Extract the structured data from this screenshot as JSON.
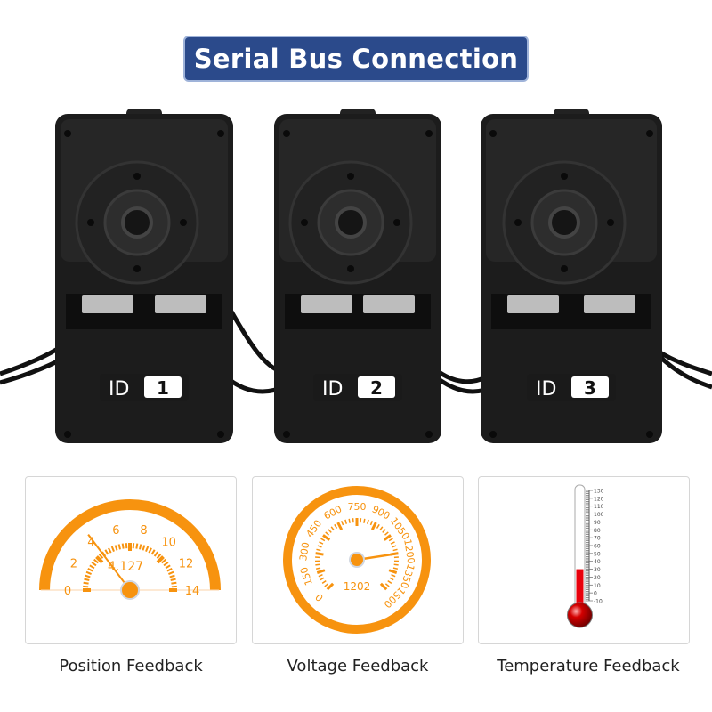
{
  "banner": {
    "title": "Serial Bus Connection",
    "color": "#2b4a8b"
  },
  "servos": [
    {
      "id_prefix": "ID",
      "id_number": "1"
    },
    {
      "id_prefix": "ID",
      "id_number": "2"
    },
    {
      "id_prefix": "ID",
      "id_number": "3"
    }
  ],
  "accent_color": "#f7930f",
  "position_gauge": {
    "label": "Position Feedback",
    "value": 4.127,
    "value_text": "4.127",
    "min": 0,
    "max": 14,
    "tick_labels": [
      "0",
      "2",
      "4",
      "6",
      "8",
      "10",
      "12",
      "14"
    ]
  },
  "voltage_gauge": {
    "label": "Voltage Feedback",
    "value": 1202,
    "value_text": "1202",
    "min": 0,
    "max": 1500,
    "tick_labels": [
      "0",
      "150",
      "300",
      "450",
      "600",
      "750",
      "900",
      "1050",
      "1200",
      "1350",
      "1500"
    ]
  },
  "temperature_gauge": {
    "label": "Temperature Feedback",
    "value": 30,
    "min": -10,
    "max": 130,
    "tick_labels": [
      "130",
      "120",
      "110",
      "100",
      "90",
      "80",
      "70",
      "60",
      "50",
      "40",
      "30",
      "20",
      "10",
      "0",
      "-10"
    ],
    "fill_color": "#e8000b"
  }
}
